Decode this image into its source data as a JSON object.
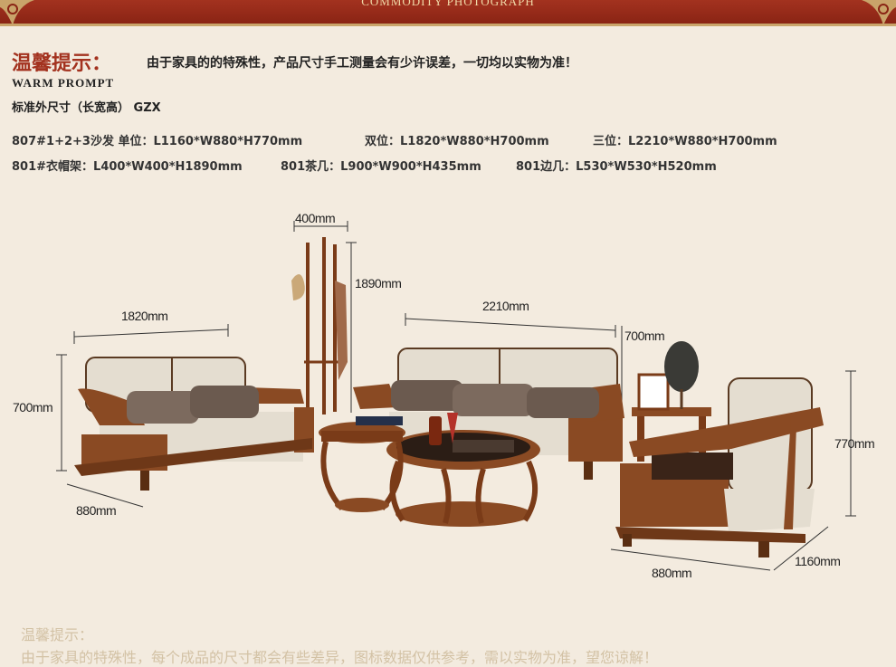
{
  "banner": {
    "title": "COMMODITY PHOTOGRAPH"
  },
  "prompt": {
    "title": "温馨提示：",
    "text": "由于家具的的特殊性，产品尺寸手工测量会有少许误差，一切均以实物为准！",
    "english": "WARM PROMPT",
    "size_label": "标准外尺寸（长宽高） GZX"
  },
  "specs": {
    "sofa_single": "807#1+2+3沙发  单位：L1160*W880*H770mm",
    "sofa_double": "双位：L1820*W880*H700mm",
    "sofa_triple": "三位：L2210*W880*H700mm",
    "coat_rack": "801#衣帽架：L400*W400*H1890mm",
    "tea_table": "801茶几：L900*W900*H435mm",
    "side_table": "801边几：L530*W530*H520mm"
  },
  "dimensions": {
    "rack_width": "400mm",
    "rack_height": "1890mm",
    "double_length": "1820mm",
    "double_height": "700mm",
    "double_depth": "880mm",
    "triple_length": "2210mm",
    "triple_depth": "700mm",
    "single_height": "770mm",
    "single_depth": "880mm",
    "single_length": "1160mm"
  },
  "footer": {
    "title": "温馨提示：",
    "text": "由于家具的特殊性，每个成品的尺寸都会有些差异，图标数据仅供参考，需以实物为准，望您谅解！"
  },
  "colors": {
    "banner": "#8a2414",
    "wood": "#8a4a23",
    "cushion": "#e4ddd0",
    "background": "#f3ebdf"
  }
}
